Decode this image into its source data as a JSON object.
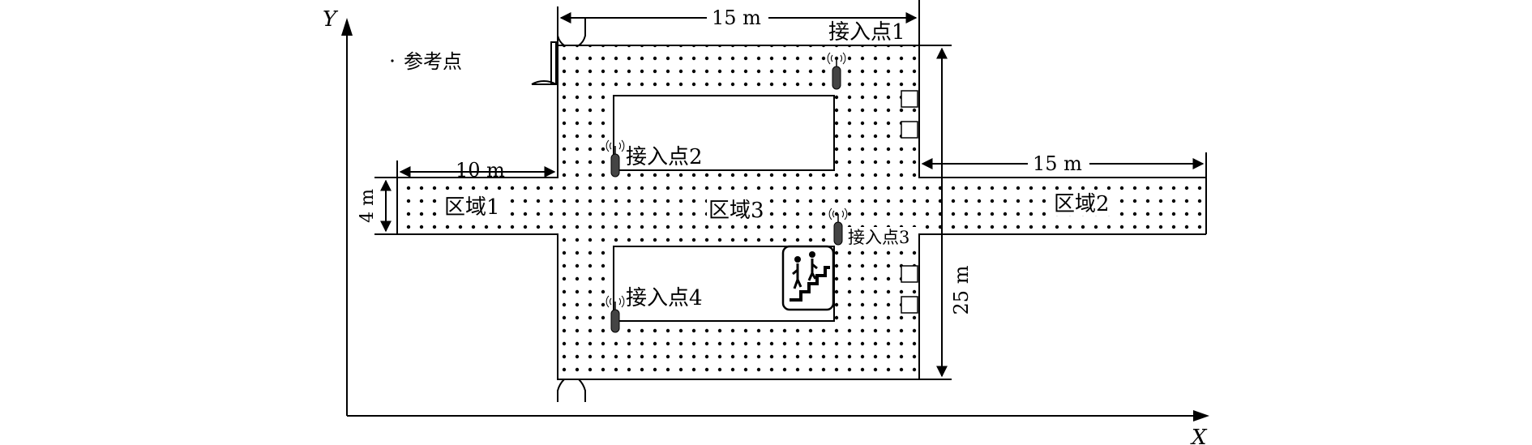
{
  "axes": {
    "x_label": "X",
    "y_label": "Y"
  },
  "legend": {
    "reference_point": "参考点"
  },
  "regions": {
    "region1": "区域1",
    "region2": "区域2",
    "region3": "区域3"
  },
  "access_points": {
    "ap1": "接入点1",
    "ap2": "接入点2",
    "ap3": "接入点3",
    "ap4": "接入点4"
  },
  "dimensions": {
    "top_width": "15 m",
    "right_corridor_length": "15 m",
    "left_corridor_length": "10 m",
    "corridor_width": "4 m",
    "hall_height": "25 m"
  },
  "colors": {
    "stroke": "#000000",
    "dots": "#000000",
    "background": "#ffffff"
  },
  "icons": {
    "access_point": "wifi-antenna-icon",
    "stairs": "stairs-people-icon",
    "door": "door-arc-icon"
  }
}
